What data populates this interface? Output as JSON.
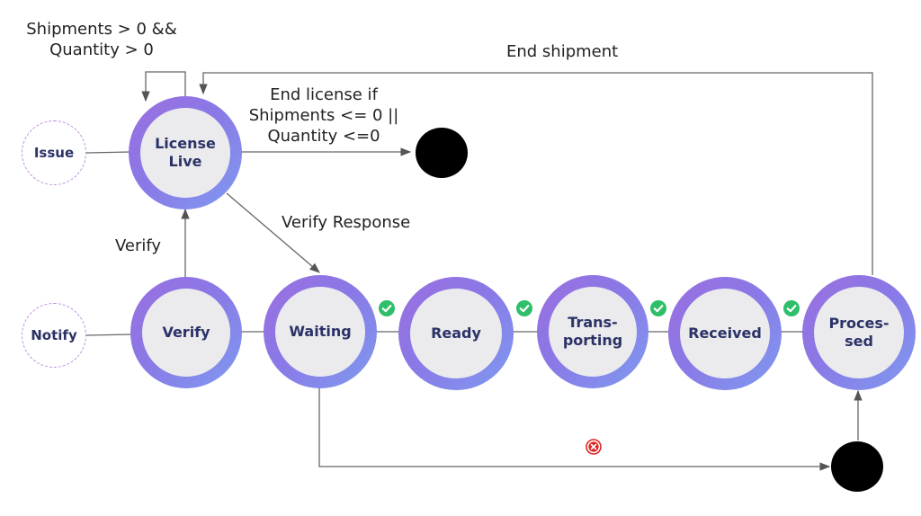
{
  "external_entities": [
    {
      "id": "issue",
      "label": "Issue"
    },
    {
      "id": "notify",
      "label": "Notify"
    }
  ],
  "states": [
    {
      "id": "license-live",
      "label": "License\nLive"
    },
    {
      "id": "verify",
      "label": "Verify"
    },
    {
      "id": "waiting",
      "label": "Waiting"
    },
    {
      "id": "ready",
      "label": "Ready"
    },
    {
      "id": "transporting",
      "label": "Trans-\nporting"
    },
    {
      "id": "received",
      "label": "Received"
    },
    {
      "id": "processed",
      "label": "Proces-\nsed"
    }
  ],
  "edge_labels": {
    "self_loop": "Shipments > 0 &&\nQuantity > 0",
    "end_license": "End license if\nShipments <= 0 ||\nQuantity <=0",
    "end_shipment": "End shipment",
    "verify": "Verify",
    "verify_response": "Verify Response"
  },
  "colors": {
    "ring_start": "#9b6fe0",
    "ring_end": "#7f9bf0",
    "state_fill": "#ebebee",
    "state_text": "#2b3266",
    "success": "#2fbf6a",
    "error": "#e02424",
    "edge": "#666666"
  },
  "status_badges": [
    "check-icon",
    "check-icon",
    "check-icon",
    "check-icon",
    "error-icon"
  ]
}
